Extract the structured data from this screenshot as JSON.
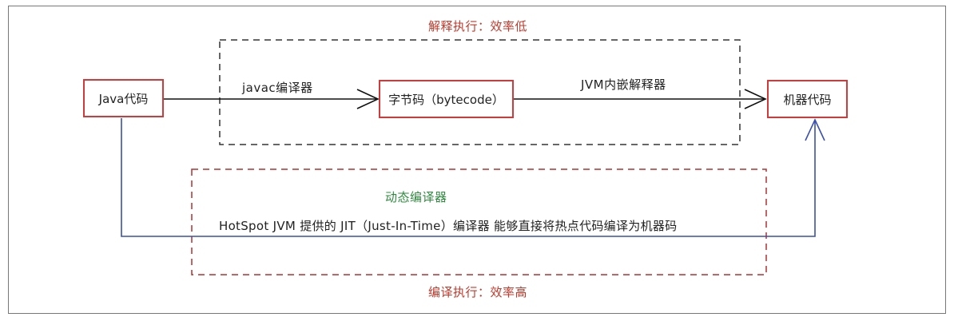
{
  "top_note": "解释执行：效率低",
  "bottom_note": "编译执行：效率高",
  "nodes": {
    "java_code": "Java代码",
    "bytecode": "字节码（bytecode）",
    "machine_code": "机器代码"
  },
  "edges": {
    "javac": "javac编译器",
    "jvm_interpreter": "JVM内嵌解释器"
  },
  "dynamic": {
    "title": "动态编译器",
    "description": "HotSpot JVM 提供的 JIT（Just-In-Time）编译器 能够直接将热点代码编译为机器码"
  },
  "colors": {
    "box_border": "#d03a3a",
    "note_text": "#c0392b",
    "interpreter_region": "#333333",
    "compiler_region": "#b03030",
    "jit_path": "#3a4fb0",
    "dynamic_title": "#2e8b3e"
  }
}
